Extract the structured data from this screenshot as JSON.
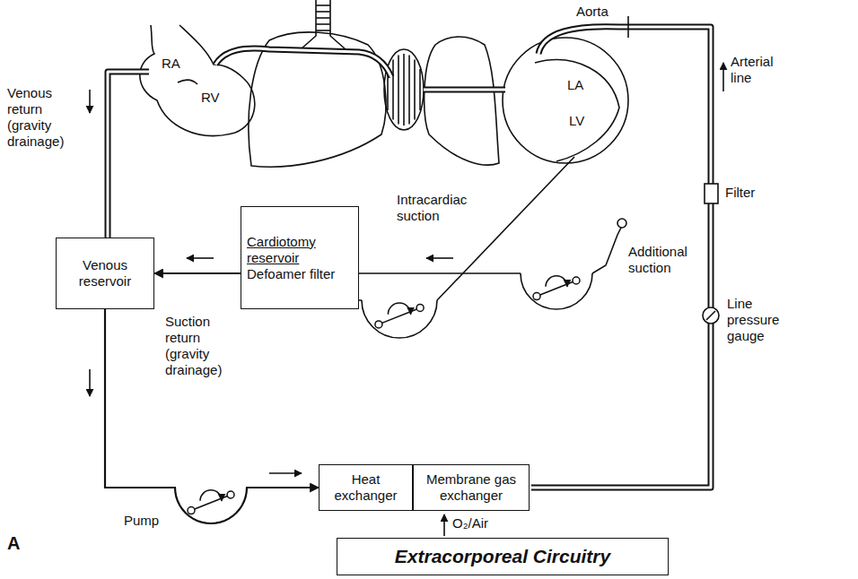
{
  "diagram": {
    "caption": "Extracorporeal Circuitry",
    "nodes": [
      {
        "text": [
          "Venous reservoir"
        ]
      },
      {
        "text": [
          "Cardiotomy reservoir",
          "Defoamer filter"
        ]
      },
      {
        "text": [
          "Heat exchanger"
        ]
      },
      {
        "text": [
          "Membrane gas exchanger"
        ]
      }
    ],
    "edges": [
      {
        "from": 1,
        "to": 0,
        "arrow": "to"
      },
      {
        "from": 0,
        "to": 2,
        "arrow": "to"
      }
    ],
    "labels": [
      "RA",
      "RV",
      "LA",
      "LV",
      "Aorta",
      "Arterial line",
      "Venous return (gravity drainage)",
      "Intracardiac suction",
      "Additional suction",
      "Filter",
      "Line pressure gauge",
      "Suction return (gravity drainage)",
      "Pump",
      "O₂/Air",
      "A"
    ]
  }
}
